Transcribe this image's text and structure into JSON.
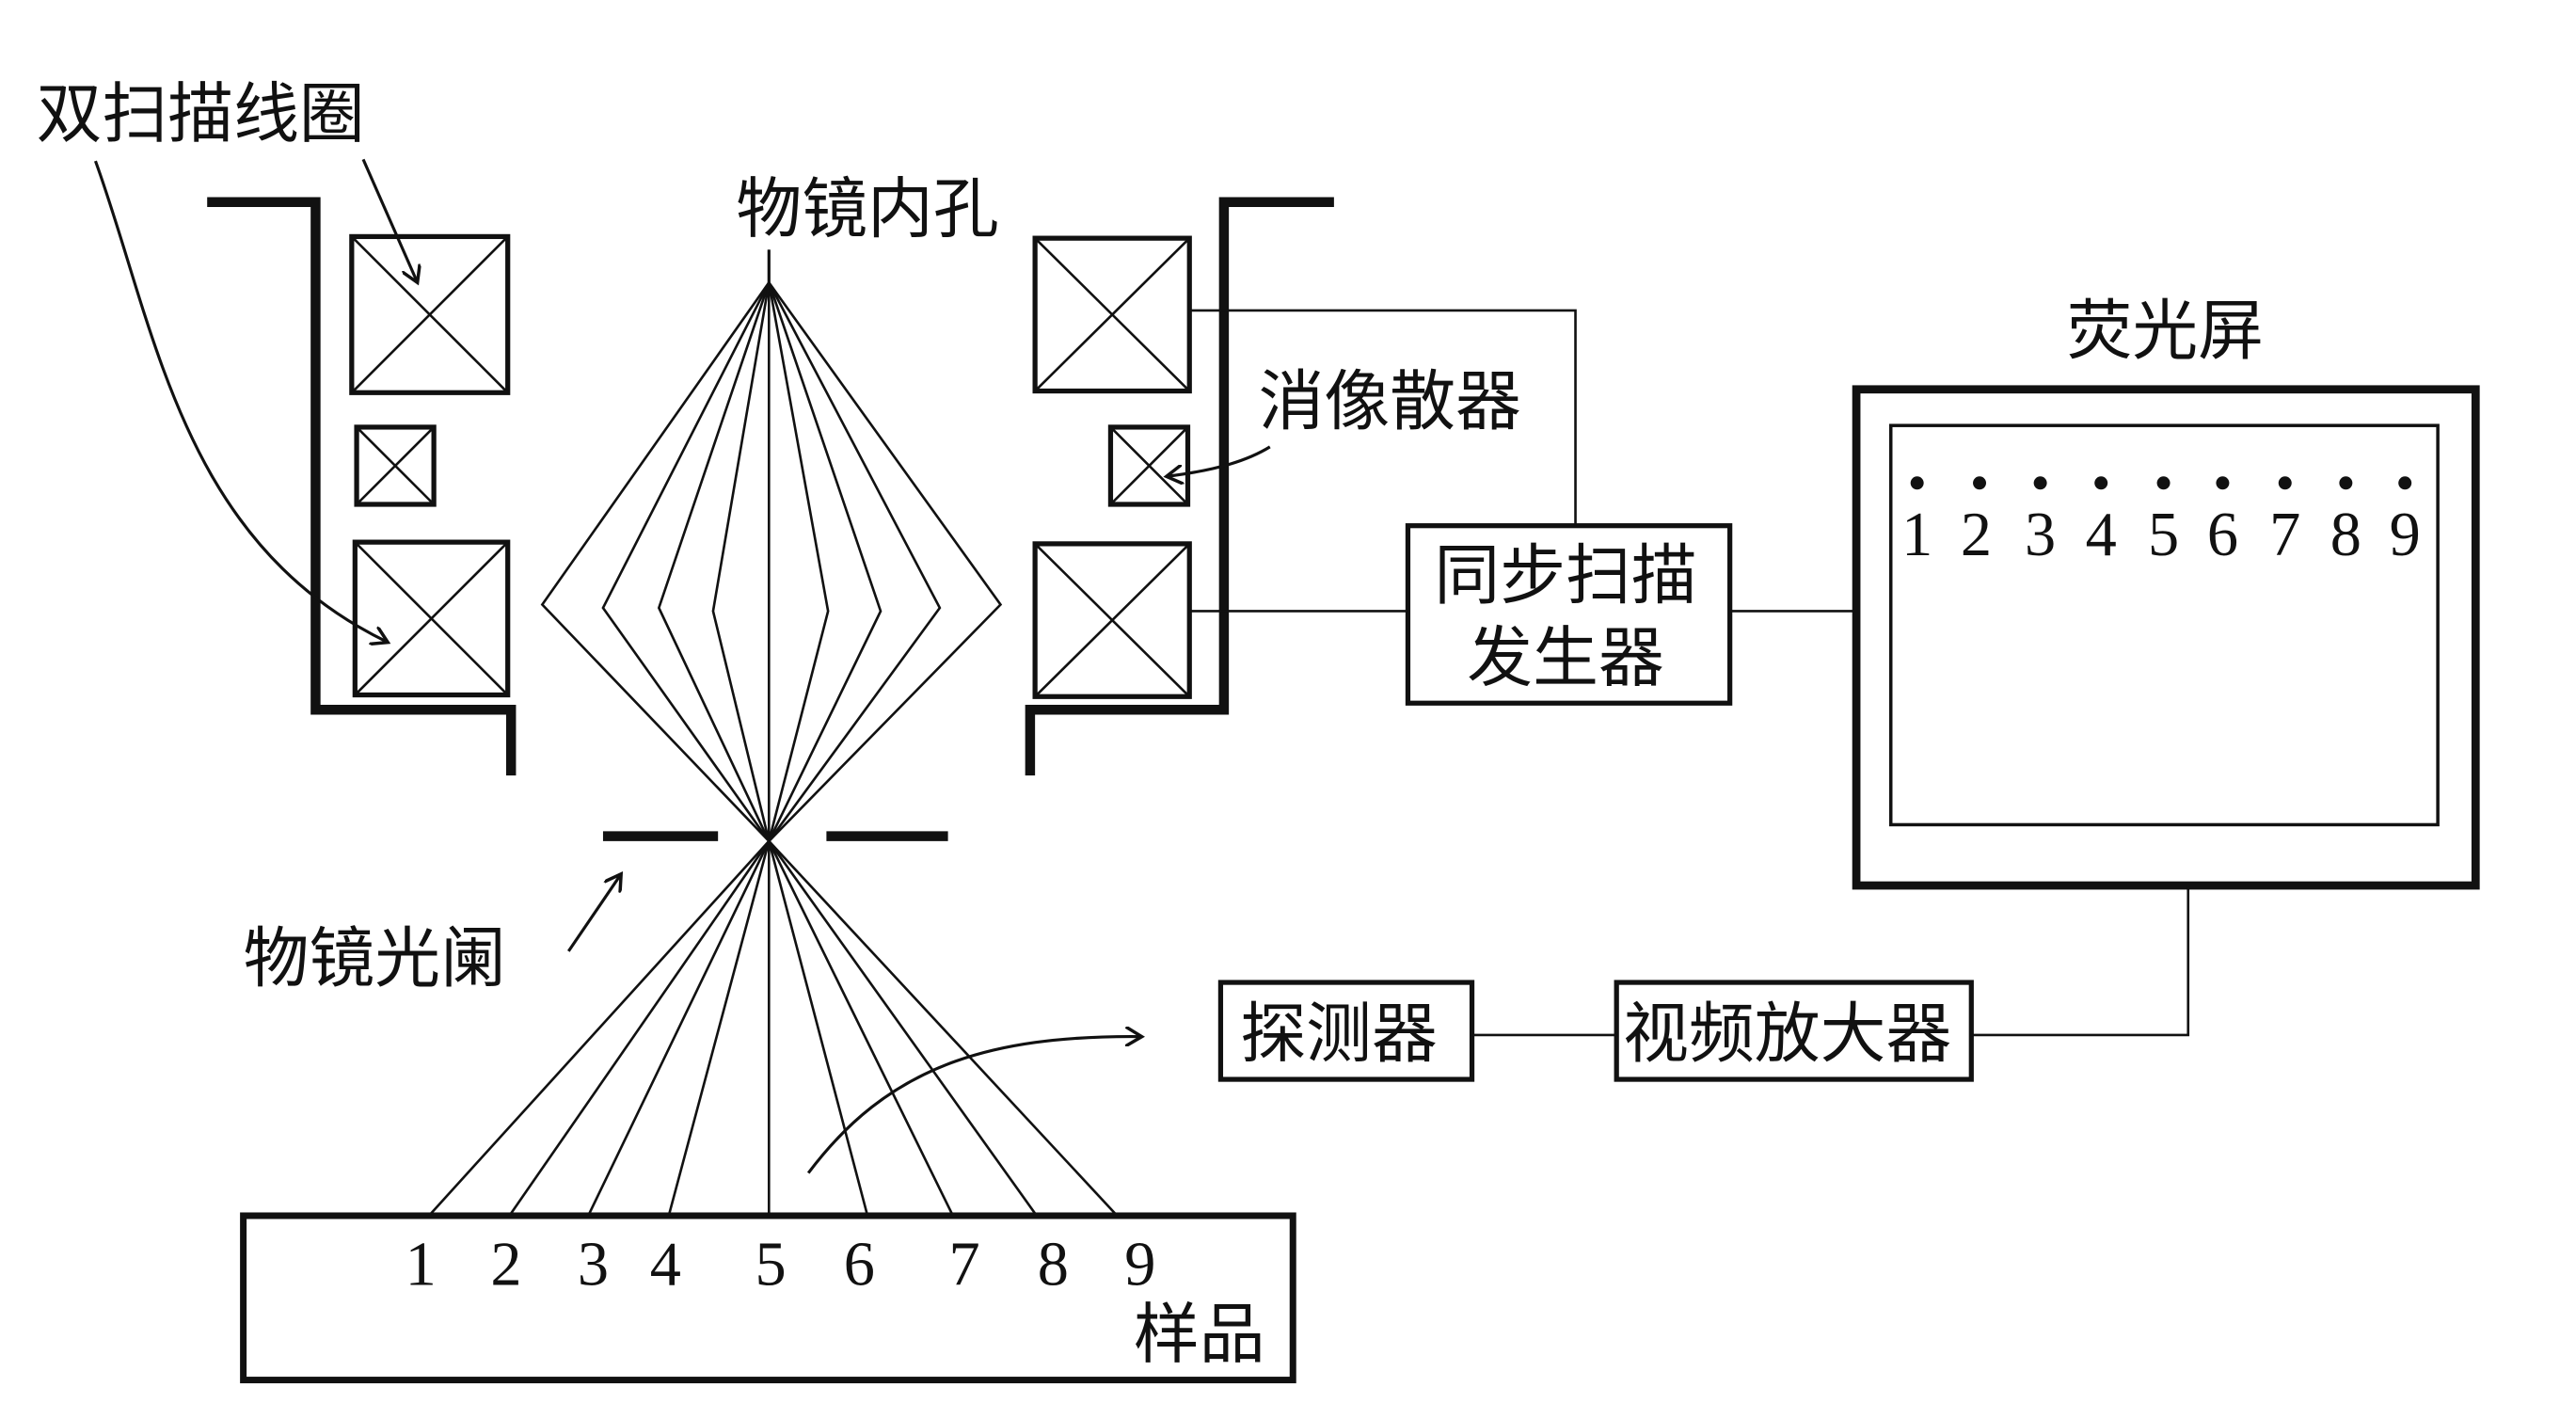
{
  "labels": {
    "dual_scan_coils": "双扫描线圈",
    "objective_bore": "物镜内孔",
    "stigmator": "消像散器",
    "screen": "荧光屏",
    "sync_generator_line1": "同步扫描",
    "sync_generator_line2": "发生器",
    "objective_aperture": "物镜光阑",
    "detector": "探测器",
    "video_amplifier": "视频放大器",
    "sample": "样品"
  },
  "point_numbers": [
    "1",
    "2",
    "3",
    "4",
    "5",
    "6",
    "7",
    "8",
    "9"
  ]
}
